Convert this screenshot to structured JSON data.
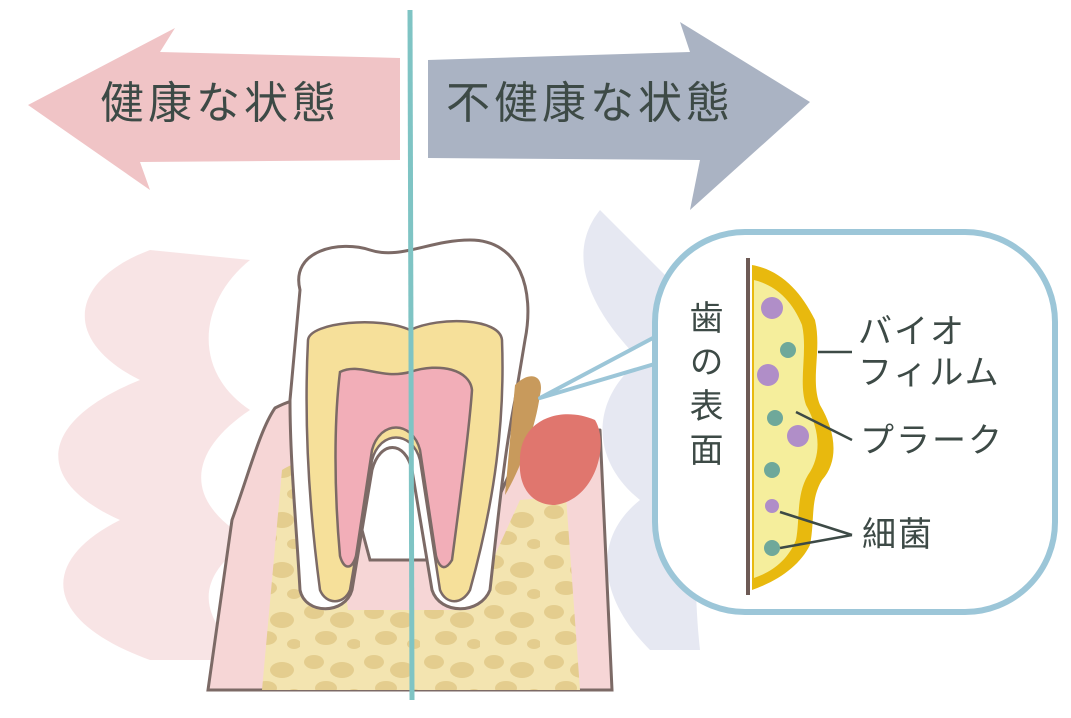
{
  "header": {
    "healthy": "健康な状態",
    "unhealthy": "不健康な状態"
  },
  "callout": {
    "tooth_surface": "歯の表面",
    "biofilm_line1": "バイオ",
    "biofilm_line2": "フィルム",
    "plaque": "プラーク",
    "bacteria": "細菌"
  },
  "colors": {
    "healthy_arrow": "#f0c4c6",
    "unhealthy_arrow": "#aab3c3",
    "divider": "#7fc4c4",
    "callout_border": "#9cc6d8",
    "biofilm": "#e8b90e",
    "plaque": "#f5ee9c",
    "gum": "#f6d6d6",
    "bone": "#f3e4b0",
    "pulp": "#f2aeb8",
    "dentin": "#f6e09a",
    "inflamed_gum": "#e0766e",
    "tartar": "#c89a5c"
  }
}
